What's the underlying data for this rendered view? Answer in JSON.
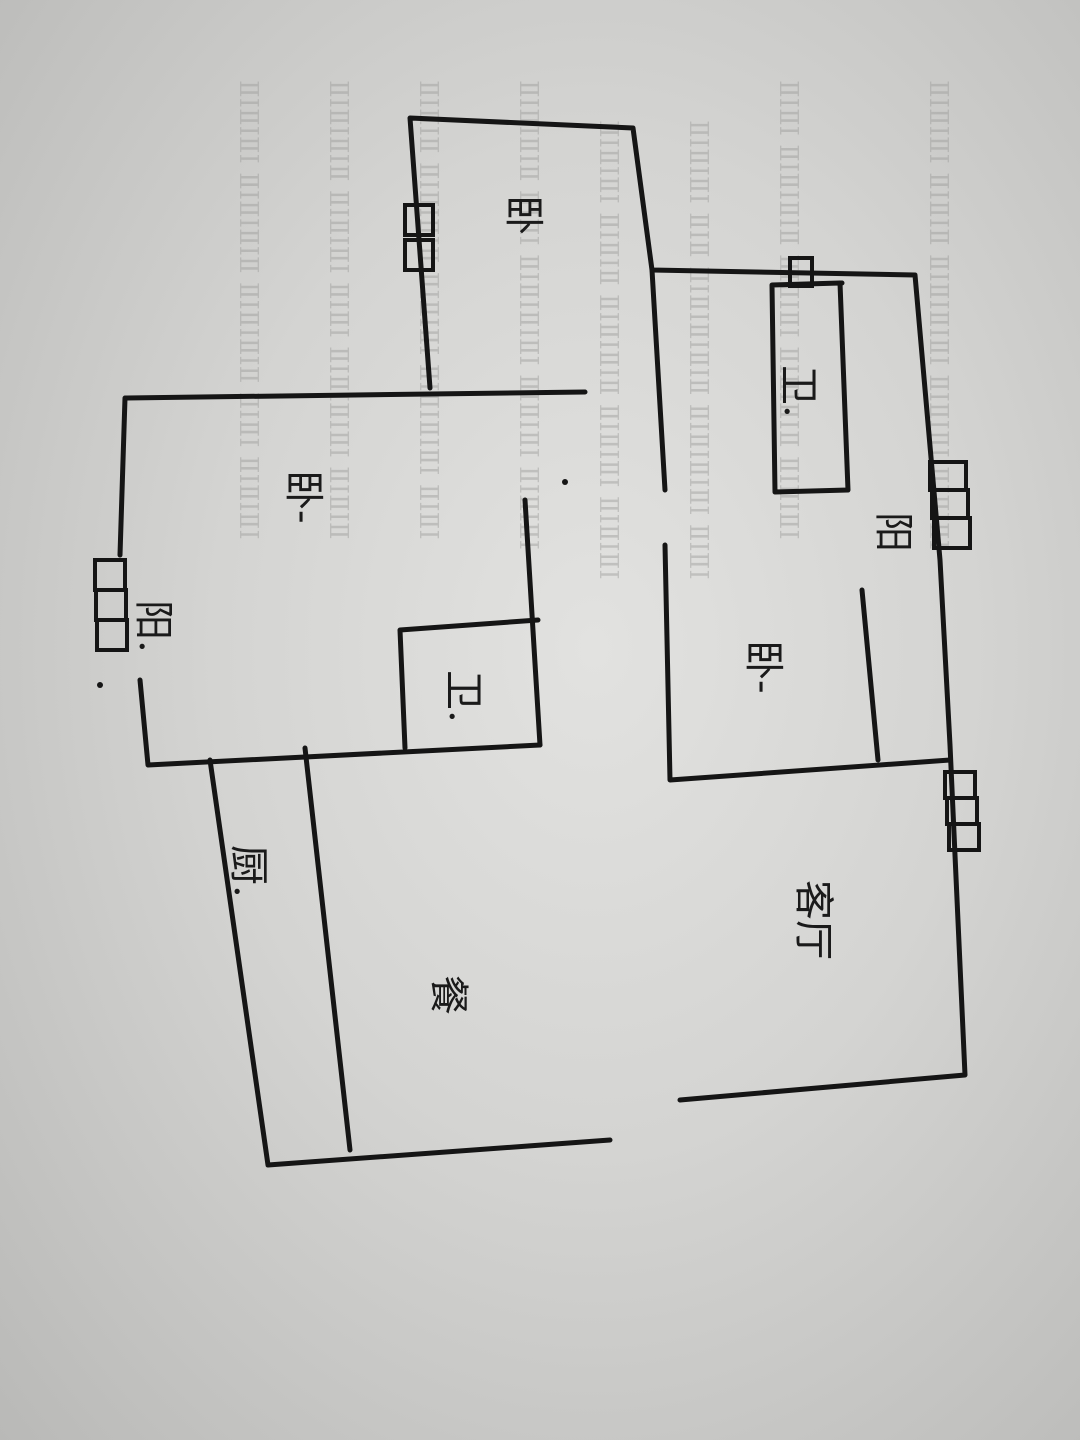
{
  "plan": {
    "rooms": [
      {
        "id": "bedroom-top",
        "label": "卧"
      },
      {
        "id": "bathroom-right",
        "label": "卫."
      },
      {
        "id": "balcony-right",
        "label": "阳"
      },
      {
        "id": "bedroom-right",
        "label": "卧-"
      },
      {
        "id": "living-room",
        "label": "客厅"
      },
      {
        "id": "bedroom-left",
        "label": "卧-"
      },
      {
        "id": "balcony-left",
        "label": "阳."
      },
      {
        "id": "bathroom-left",
        "label": "卫."
      },
      {
        "id": "kitchen",
        "label": "厨."
      },
      {
        "id": "dining",
        "label": "餐"
      }
    ]
  },
  "colors": {
    "ink": "#151515",
    "paper": "#d8d8d6"
  }
}
